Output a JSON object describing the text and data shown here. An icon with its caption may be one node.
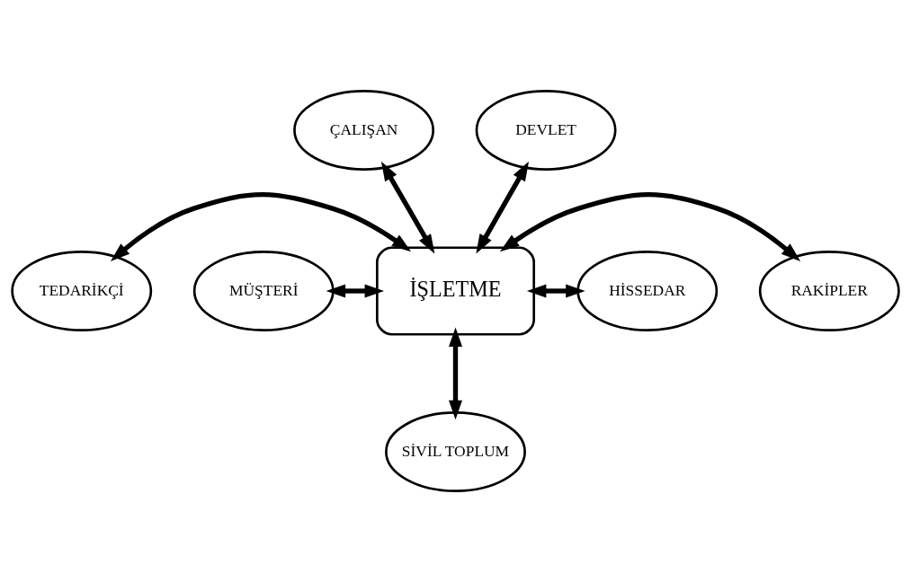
{
  "diagram": {
    "nodes": [
      {
        "text": [
          "ÇALIŞAN"
        ]
      },
      {
        "text": [
          "DEVLET"
        ]
      },
      {
        "text": [
          "TEDARİKÇİ"
        ]
      },
      {
        "text": [
          "İŞLETME"
        ]
      },
      {
        "text": [
          "RAKİPLER"
        ]
      },
      {
        "text": [
          "MÜŞTERİ"
        ]
      },
      {
        "text": [
          "HİSSEDAR"
        ]
      },
      {
        "text": [
          "SİVİL TOPLUM"
        ]
      }
    ],
    "edges": [
      {
        "from": 0,
        "to": 3,
        "arrow": "both"
      },
      {
        "from": 1,
        "to": 3,
        "arrow": "both"
      },
      {
        "from": 2,
        "to": 3,
        "arrow": "both"
      },
      {
        "from": 5,
        "to": 3,
        "arrow": "both"
      },
      {
        "from": 3,
        "to": 4,
        "arrow": "both"
      },
      {
        "from": 3,
        "to": 6,
        "arrow": "both"
      },
      {
        "from": 3,
        "to": 7,
        "arrow": "both"
      }
    ]
  }
}
